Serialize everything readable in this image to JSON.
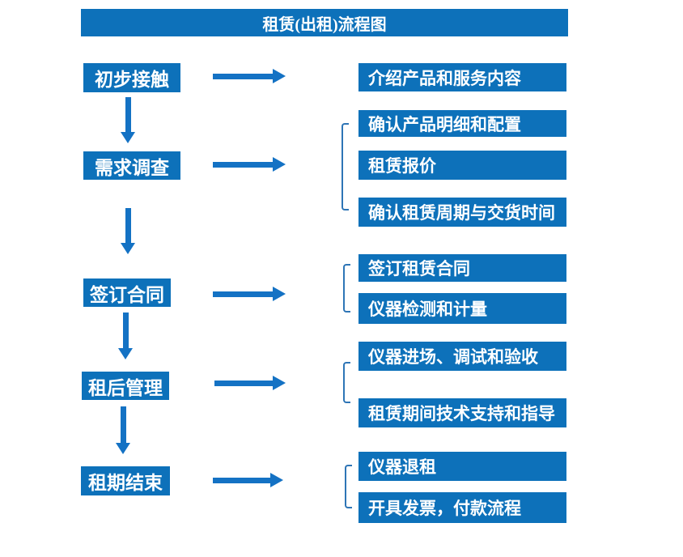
{
  "title": "租赁(出租)流程图",
  "colors": {
    "box_blue": "#0d71ba",
    "arrow_blue": "#1472c4",
    "bracket_blue": "#2e75b6",
    "text_white": "#ffffff",
    "background": "#ffffff"
  },
  "steps": [
    {
      "label": "初步接触",
      "details": [
        "介绍产品和服务内容"
      ]
    },
    {
      "label": "需求调查",
      "details": [
        "确认产品明细和配置",
        "租赁报价",
        "确认租赁周期与交货时间"
      ]
    },
    {
      "label": "签订合同",
      "details": [
        "签订租赁合同",
        "仪器检测和计量"
      ]
    },
    {
      "label": "租后管理",
      "details": [
        "仪器进场、调试和验收",
        "租赁期间技术支持和指导"
      ]
    },
    {
      "label": "租期结束",
      "details": [
        "仪器退租",
        "开具发票，付款流程"
      ]
    }
  ]
}
